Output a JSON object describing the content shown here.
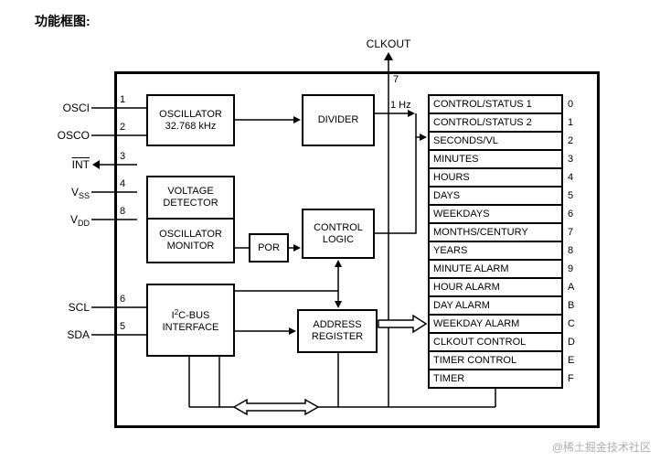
{
  "header": {
    "title": "功能框图:"
  },
  "watermark": {
    "text": "@稀土掘金技术社区"
  },
  "pins": {
    "osci": {
      "label": "OSCI",
      "num": "1"
    },
    "osco": {
      "label": "OSCO",
      "num": "2"
    },
    "int": {
      "label": "INT",
      "num": "3"
    },
    "vss": {
      "base": "V",
      "sub": "SS",
      "num": "4"
    },
    "vdd": {
      "base": "V",
      "sub": "DD",
      "num": "8"
    },
    "scl": {
      "label": "SCL",
      "num": "6"
    },
    "sda": {
      "label": "SDA",
      "num": "5"
    },
    "clkout": {
      "label": "CLKOUT",
      "num": "7"
    }
  },
  "blocks": {
    "oscillator": {
      "line1": "OSCILLATOR",
      "line2": "32.768 kHz"
    },
    "divider": {
      "label": "DIVIDER"
    },
    "voltage_detector": {
      "line1": "VOLTAGE",
      "line2": "DETECTOR"
    },
    "oscillator_monitor": {
      "line1": "OSCILLATOR",
      "line2": "MONITOR"
    },
    "por": {
      "label": "POR"
    },
    "control_logic": {
      "line1": "CONTROL",
      "line2": "LOGIC"
    },
    "i2c_interface": {
      "pre": "I",
      "sup": "2",
      "post": "C-BUS",
      "line2": "INTERFACE"
    },
    "address_register": {
      "line1": "ADDRESS",
      "line2": "REGISTER"
    }
  },
  "signals": {
    "divider_out": "1 Hz"
  },
  "registers": [
    {
      "label": "CONTROL/STATUS 1",
      "index": "0"
    },
    {
      "label": "CONTROL/STATUS 2",
      "index": "1"
    },
    {
      "label": "SECONDS/VL",
      "index": "2"
    },
    {
      "label": "MINUTES",
      "index": "3"
    },
    {
      "label": "HOURS",
      "index": "4"
    },
    {
      "label": "DAYS",
      "index": "5"
    },
    {
      "label": "WEEKDAYS",
      "index": "6"
    },
    {
      "label": "MONTHS/CENTURY",
      "index": "7"
    },
    {
      "label": "YEARS",
      "index": "8"
    },
    {
      "label": "MINUTE ALARM",
      "index": "9"
    },
    {
      "label": "HOUR ALARM",
      "index": "A"
    },
    {
      "label": "DAY ALARM",
      "index": "B"
    },
    {
      "label": "WEEKDAY ALARM",
      "index": "C"
    },
    {
      "label": "CLKOUT CONTROL",
      "index": "D"
    },
    {
      "label": "TIMER CONTROL",
      "index": "E"
    },
    {
      "label": "TIMER",
      "index": "F"
    }
  ]
}
